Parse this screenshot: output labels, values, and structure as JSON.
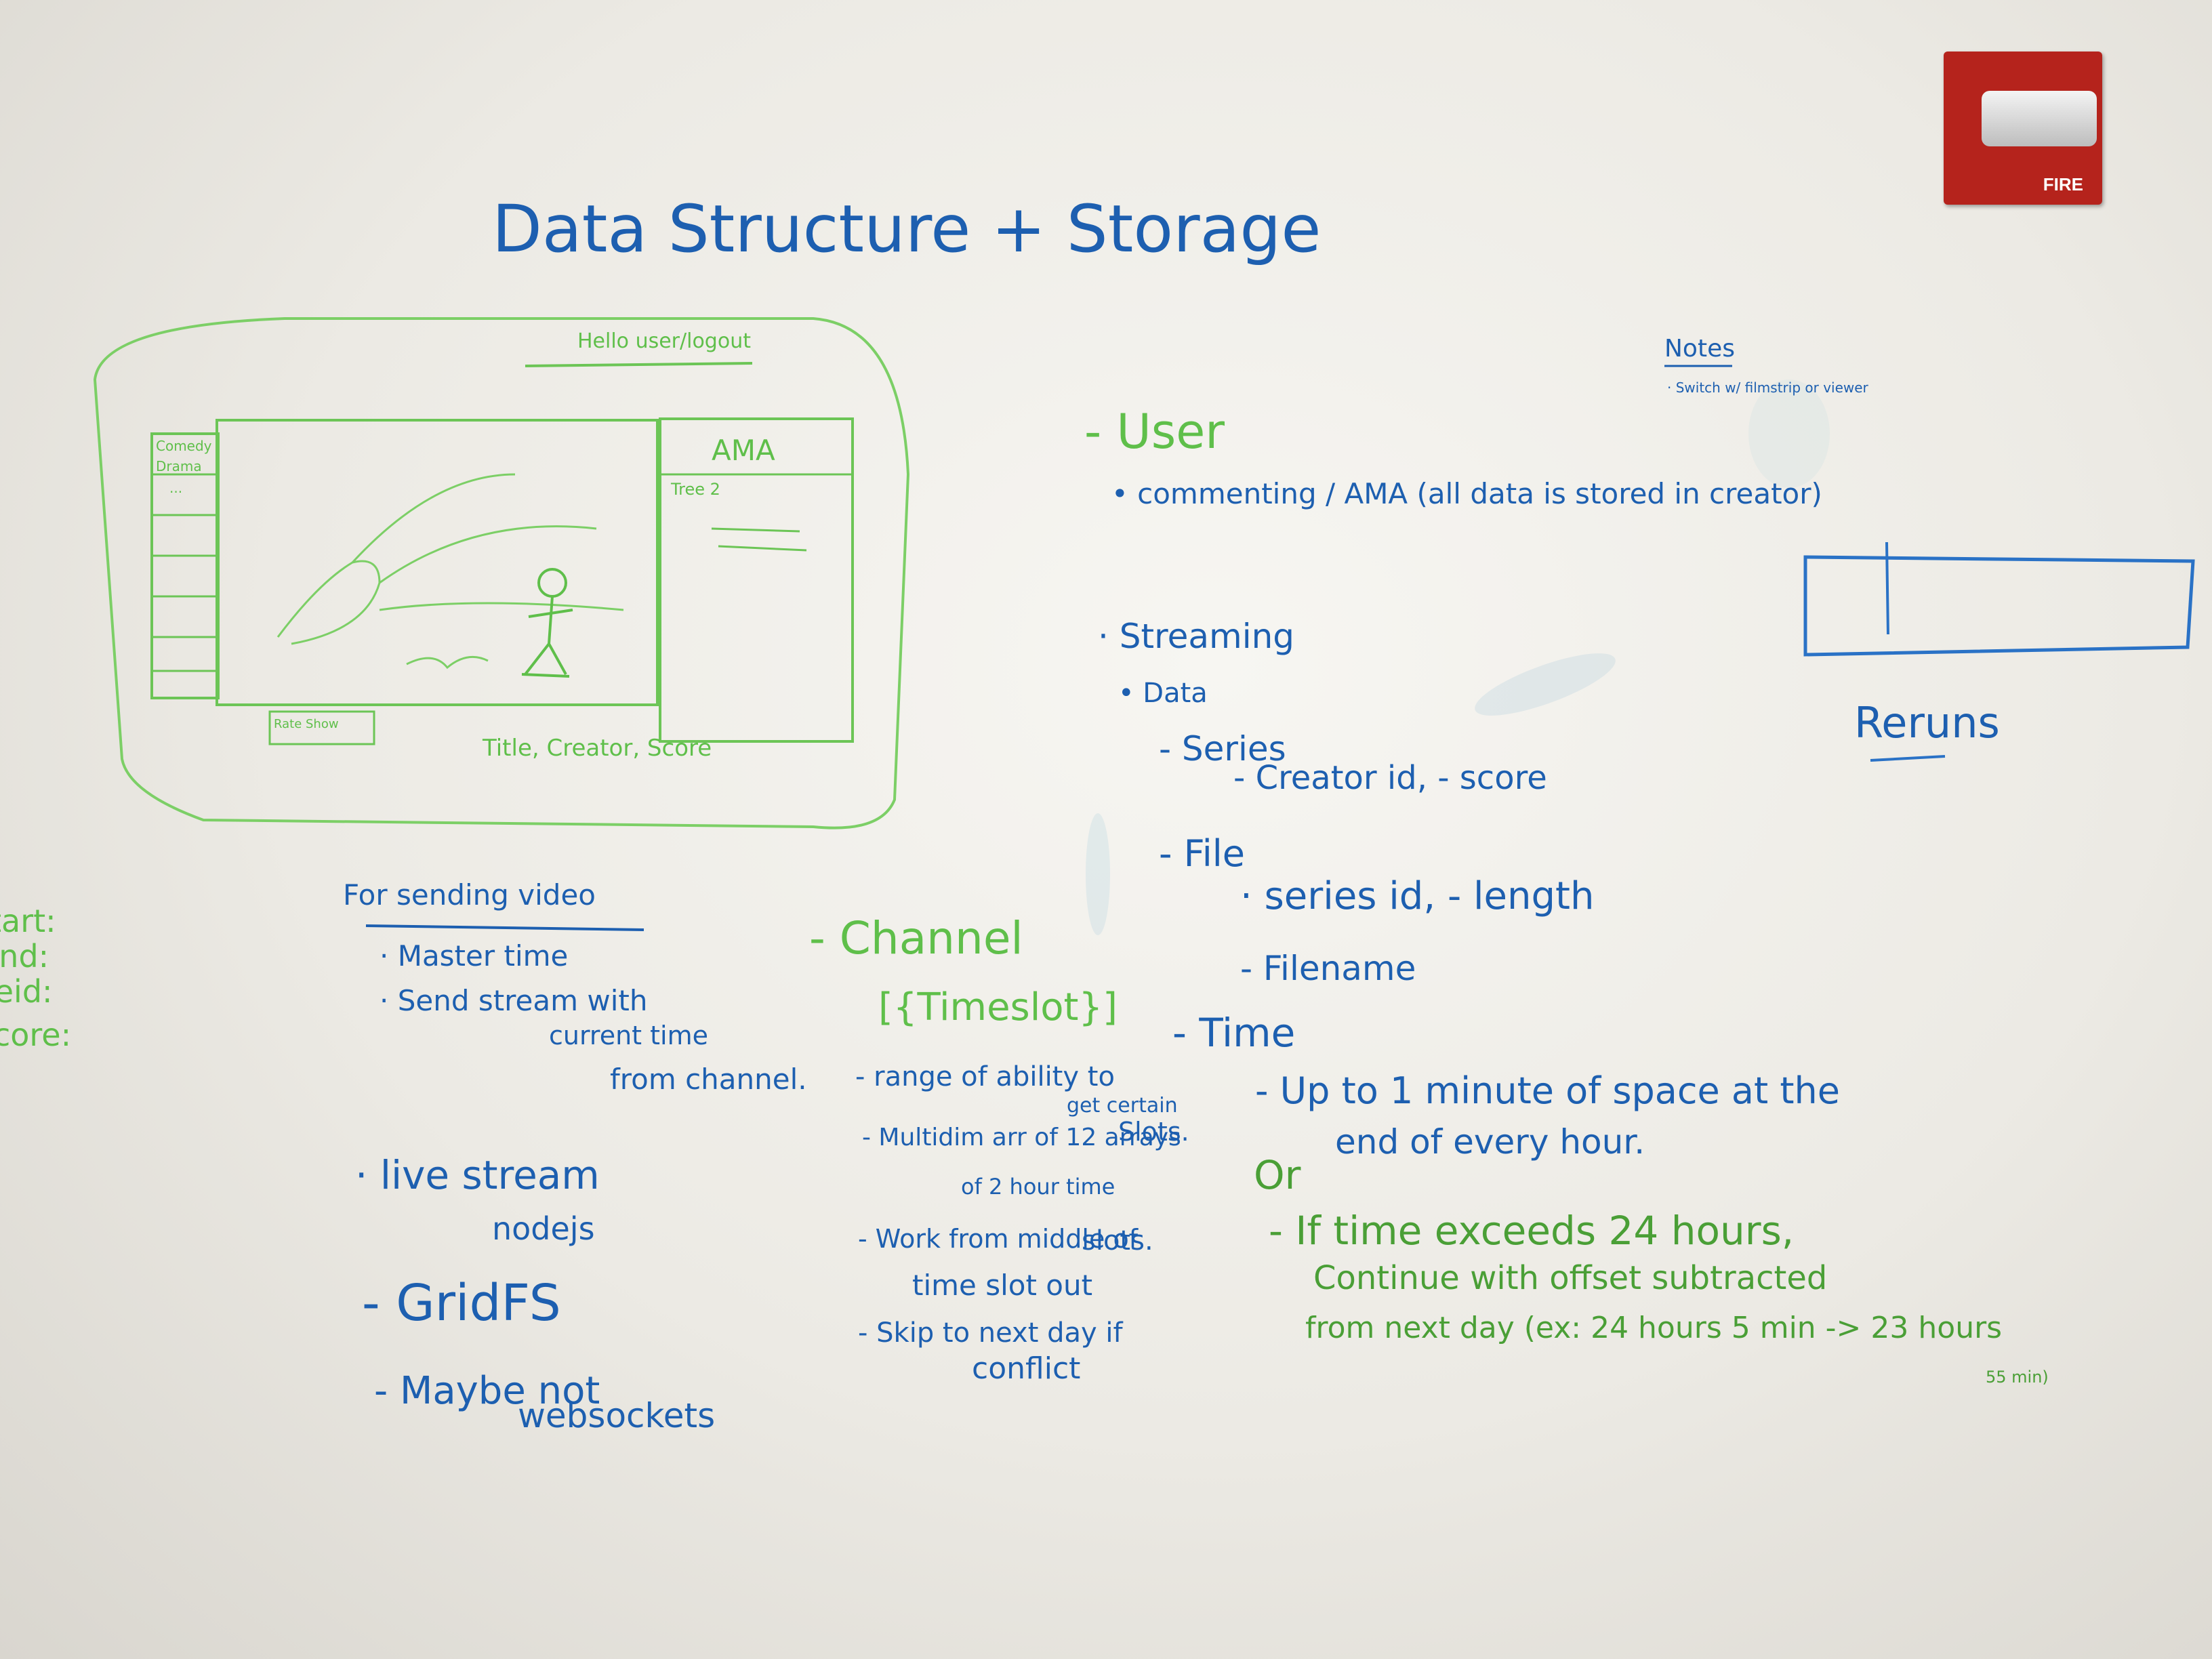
{
  "title": "Data Structure + Storage",
  "sketch": {
    "header": "Hello user/logout",
    "left_list": [
      "Comedy",
      "Drama",
      "..."
    ],
    "ama_label": "AMA",
    "ama_item": "Tree 2",
    "button": "Rate Show",
    "footer": "Title, Creator, Score"
  },
  "edge_labels": [
    "start:",
    "end:",
    "fileid:",
    "score:"
  ],
  "notes": {
    "title": "Notes",
    "item": "· Switch w/ filmstrip or viewer"
  },
  "reruns": "Reruns",
  "user": {
    "label": "- User",
    "comment": "• commenting / AMA (all data is stored in creator)"
  },
  "streaming": {
    "label": "· Streaming",
    "data": "• Data",
    "series": "- Series",
    "series_fields": "- Creator id, - score",
    "file": "- File",
    "file_fields": "· series id, - length",
    "filename": "- Filename"
  },
  "sending_video": {
    "heading": "For sending video",
    "items": [
      "· Master time",
      "· Send stream with",
      "current time",
      "from channel."
    ]
  },
  "live_stream": {
    "label": "· live stream",
    "tech": "nodejs"
  },
  "gridfs": "- GridFS",
  "websockets": [
    "- Maybe not",
    "websockets"
  ],
  "channel": {
    "label": "- Channel",
    "timeslot": "[{Timeslot}]",
    "range": [
      "- range of ability to",
      "get certain",
      "Slots."
    ],
    "multidim": [
      "- Multidim arr of 12 arrays",
      "of 2 hour time",
      "slots."
    ],
    "work": [
      "- Work from middle of",
      "time slot out"
    ],
    "skip": [
      "- Skip to next day if",
      "conflict"
    ]
  },
  "time": {
    "label": "- Time",
    "up_to": [
      "- Up to 1 minute of space at the",
      "end of every hour."
    ],
    "or": "Or",
    "exceeds": [
      "- If time exceeds 24 hours,",
      "Continue with offset subtracted",
      "from next day (ex: 24 hours 5 min -> 23 hours",
      "55 min)"
    ]
  },
  "fire_alarm": "FIRE"
}
